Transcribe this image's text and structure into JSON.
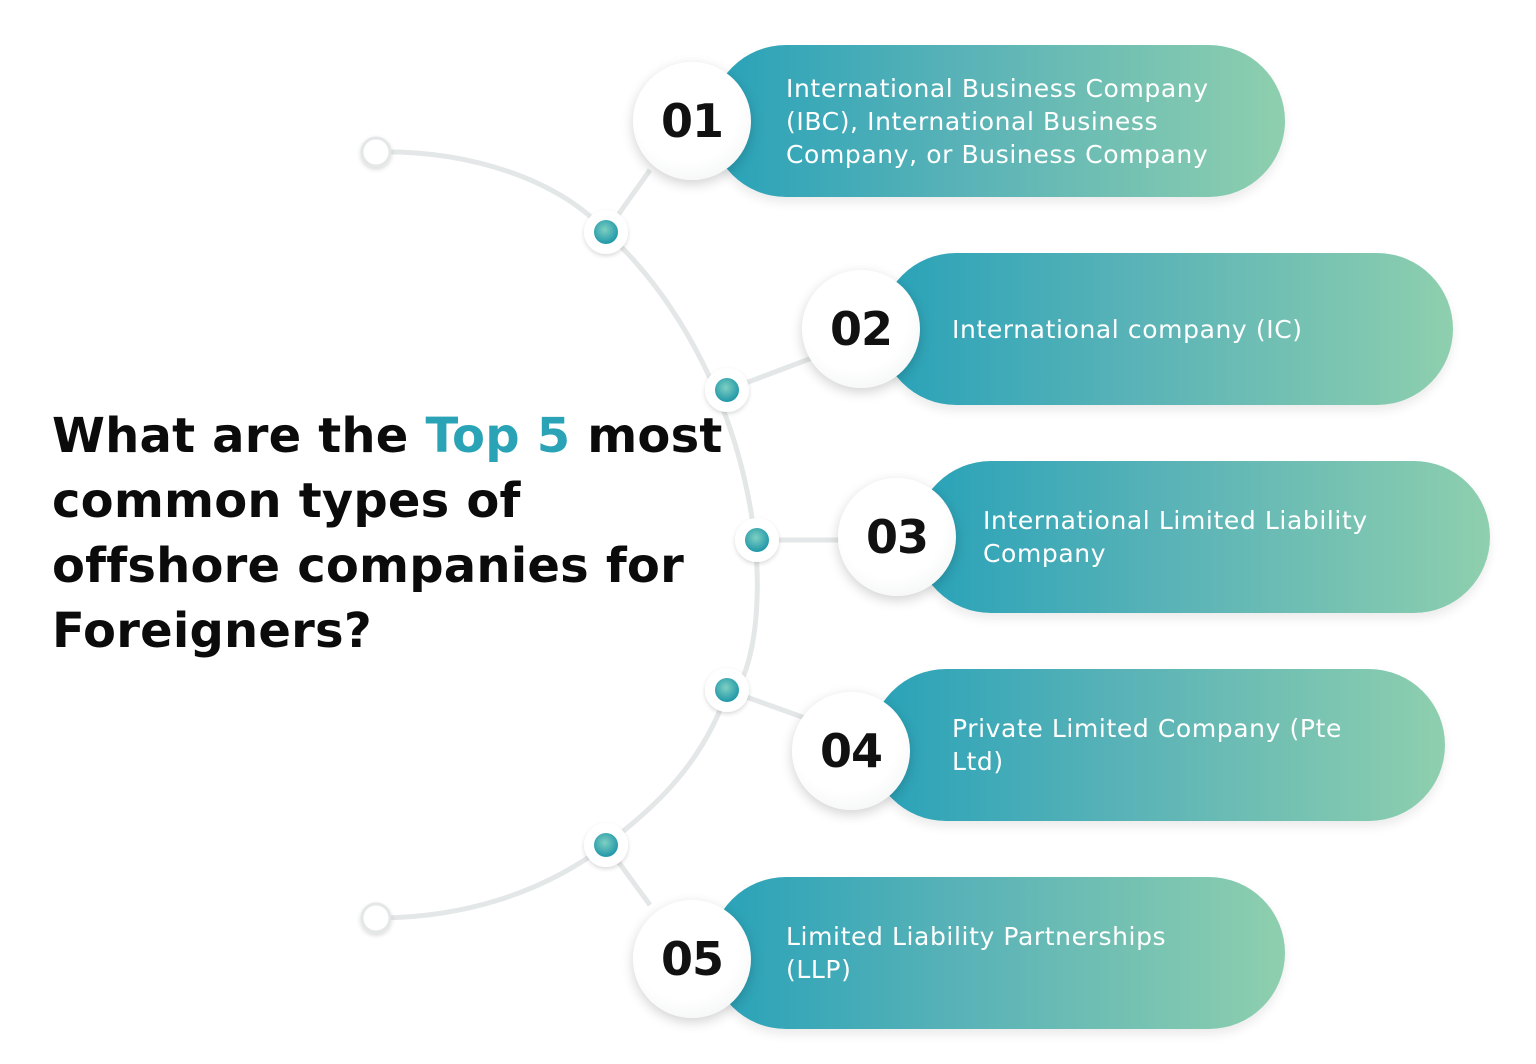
{
  "heading": {
    "part1": "What are the ",
    "highlight": "Top 5",
    "part2": " most common types of offshore companies for Foreigners?"
  },
  "items": [
    {
      "number": "01",
      "text": "International Business Company (IBC), International Business Company, or Business Company"
    },
    {
      "number": "02",
      "text": "International company (IC)"
    },
    {
      "number": "03",
      "text": "International Limited Liability Company"
    },
    {
      "number": "04",
      "text": "Private Limited Company (Pte Ltd)"
    },
    {
      "number": "05",
      "text": "Limited Liability Partnerships (LLP)"
    }
  ],
  "colors": {
    "accent": "#29a3b5",
    "pill_gradient_start": "#28a2b8",
    "pill_gradient_end": "#8ecfae",
    "heading_text": "#0b0b0b",
    "connector_line": "#e3e6e6",
    "node_dot": "#2ba2a8"
  }
}
